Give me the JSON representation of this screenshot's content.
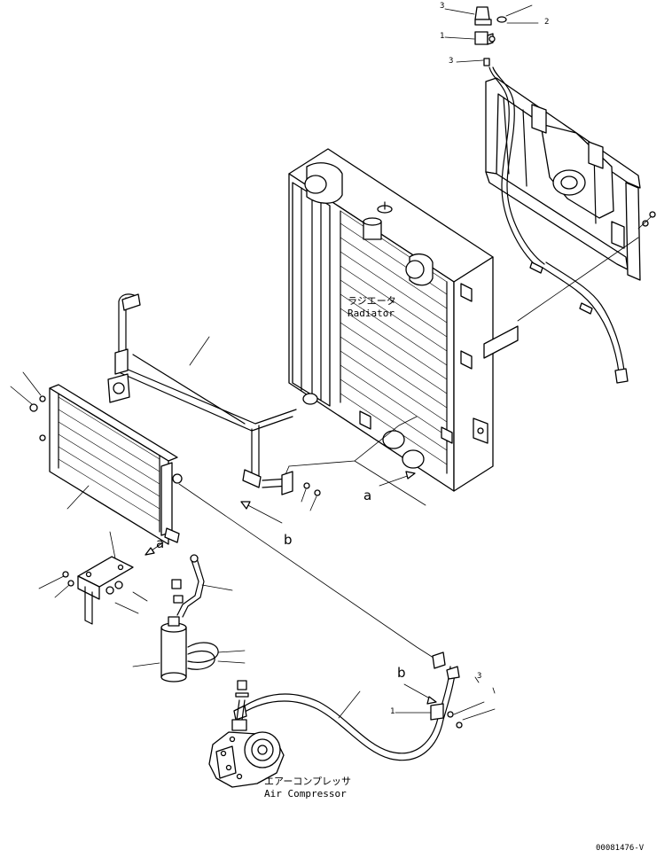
{
  "labels": {
    "radiator_jp": "ラジエータ",
    "radiator_en": "Radiator",
    "compressor_jp": "エアーコンプレッサ",
    "compressor_en": "Air Compressor"
  },
  "view_refs": {
    "a": "a",
    "b": "b"
  },
  "callouts": {
    "top_3a": "3",
    "top_2": "2",
    "top_1": "1",
    "top_3b": "3",
    "mid_1": "1",
    "mid_3": "3"
  },
  "drawing_code": "00081476-V"
}
